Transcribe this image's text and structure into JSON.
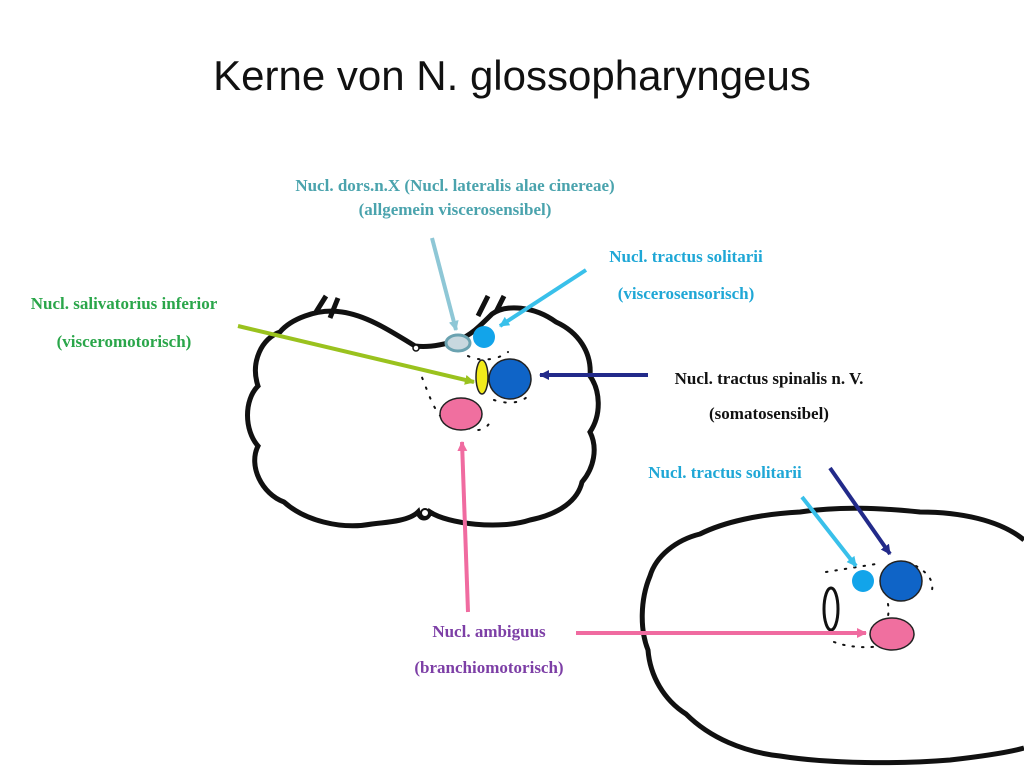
{
  "title": "Kerne von N. glossopharyngeus",
  "labels": {
    "dors": {
      "line1": "Nucl. dors.n.X (Nucl. lateralis alae  cinereae)",
      "line2": "(allgemein viscerosensibel)"
    },
    "solitarii_top": {
      "line1": "Nucl. tractus solitarii",
      "line2": "(viscerosensorisch)"
    },
    "salivatorius": {
      "line1": "Nucl. salivatorius inferior",
      "line2": "(visceromotorisch)"
    },
    "spinalis": {
      "line1": "Nucl. tractus spinalis n. V.",
      "line2": "(somatosensibel)"
    },
    "solitarii_bottom": {
      "line1": "Nucl. tractus solitarii"
    },
    "ambiguus": {
      "line1": "Nucl. ambiguus",
      "line2": "(branchiomotorisch)"
    }
  },
  "colors": {
    "dors": "#4aa3ad",
    "light_blue_arrow": "#39c0ea",
    "salivatorius": "#2aa64a",
    "spinalis": "#222a8a",
    "ambiguus": "#7d3fa6",
    "pink_arrow": "#f06ba0",
    "pale_blue_arrow": "#8ec7d6",
    "green_arrow": "#9ac21e",
    "nucleus_blue": "#0f64c7",
    "nucleus_light_blue": "#12a4ea",
    "nucleus_pink": "#f06f9f",
    "nucleus_yellow": "#f2ea1a",
    "nucleus_grey": "#c8d8df"
  }
}
